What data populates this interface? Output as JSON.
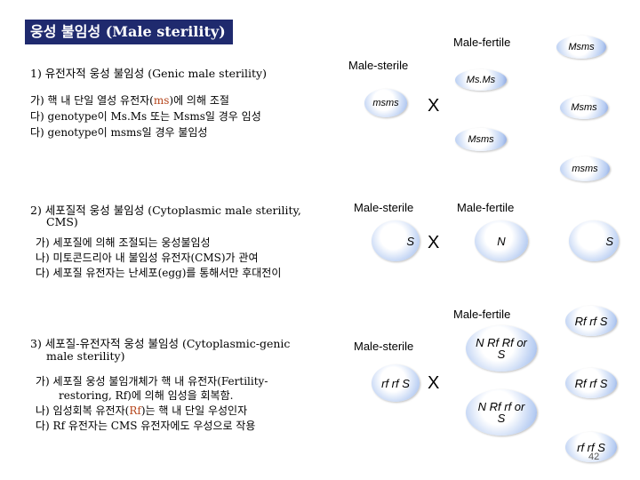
{
  "title": "웅성 불임성 (Male sterility)",
  "section1": {
    "heading": "1) 유전자적 웅성 불임성 (Genic male sterility)",
    "lines": [
      {
        "pre": "가) 핵 내 단일 열성 유전자(",
        "hl": "ms",
        "post": ")에 의해 조절"
      },
      {
        "pre": "다) genotype이 Ms.Ms 또는 Msms일 경우 임성",
        "hl": "",
        "post": ""
      },
      {
        "pre": "다) genotype이 msms일 경우 불임성",
        "hl": "",
        "post": ""
      }
    ],
    "diagram": {
      "male_fertile": "Male-fertile",
      "male_sterile": "Male-sterile",
      "cross": "X",
      "sterile_parent": "msms",
      "fertile_parent": "Msms",
      "offspring": [
        "Ms.Ms",
        "Msms",
        "Msms",
        "msms"
      ]
    }
  },
  "section2": {
    "heading": "2) 세포질적 웅성 불임성 (Cytoplasmic  male sterility,",
    "heading2": "CMS)",
    "lines": [
      {
        "pre": "가) 세포질에 의해 조절되는 웅성불임성",
        "hl": "",
        "post": ""
      },
      {
        "pre": "나) 미토콘드리아 내 불임성 유전자(CMS)가 관여",
        "hl": "",
        "post": ""
      },
      {
        "pre": "다) 세포질 유전자는 난세포(egg)를 통해서만 후대전이",
        "hl": "",
        "post": ""
      }
    ],
    "diagram": {
      "male_sterile": "Male-sterile",
      "male_fertile": "Male-fertile",
      "cross": "X",
      "sterile_parent": "S",
      "fertile_parent": "N",
      "offspring": "S"
    }
  },
  "section3": {
    "heading": "3) 세포질-유전자적 웅성 불임성 (Cytoplasmic-genic",
    "heading2": "male sterility)",
    "lines": [
      {
        "pre": "가) 세포질 웅성 불임개체가 핵 내 유전자(Fertility-",
        "hl": "",
        "post": ""
      },
      {
        "pre": "restoring, Rf)에 의해 임성을 회복함.",
        "hl": "",
        "post": ""
      },
      {
        "pre": "나) 임성회복 유전자(",
        "hl": "Rf",
        "post": ")는 핵 내 단일 우성인자"
      },
      {
        "pre": "다) Rf 유전자는 CMS 유전자에도 우성으로 작용",
        "hl": "",
        "post": ""
      }
    ],
    "diagram": {
      "male_fertile": "Male-fertile",
      "male_sterile": "Male-sterile",
      "cross": "X",
      "sterile_parent": "rf rf S",
      "fertile_parent_1": "N Rf Rf or S",
      "fertile_parent_2": "N Rf rf or S",
      "offspring": [
        "Rf rf S",
        "Rf rf S",
        "rf rf S"
      ]
    }
  },
  "page_number": "42"
}
